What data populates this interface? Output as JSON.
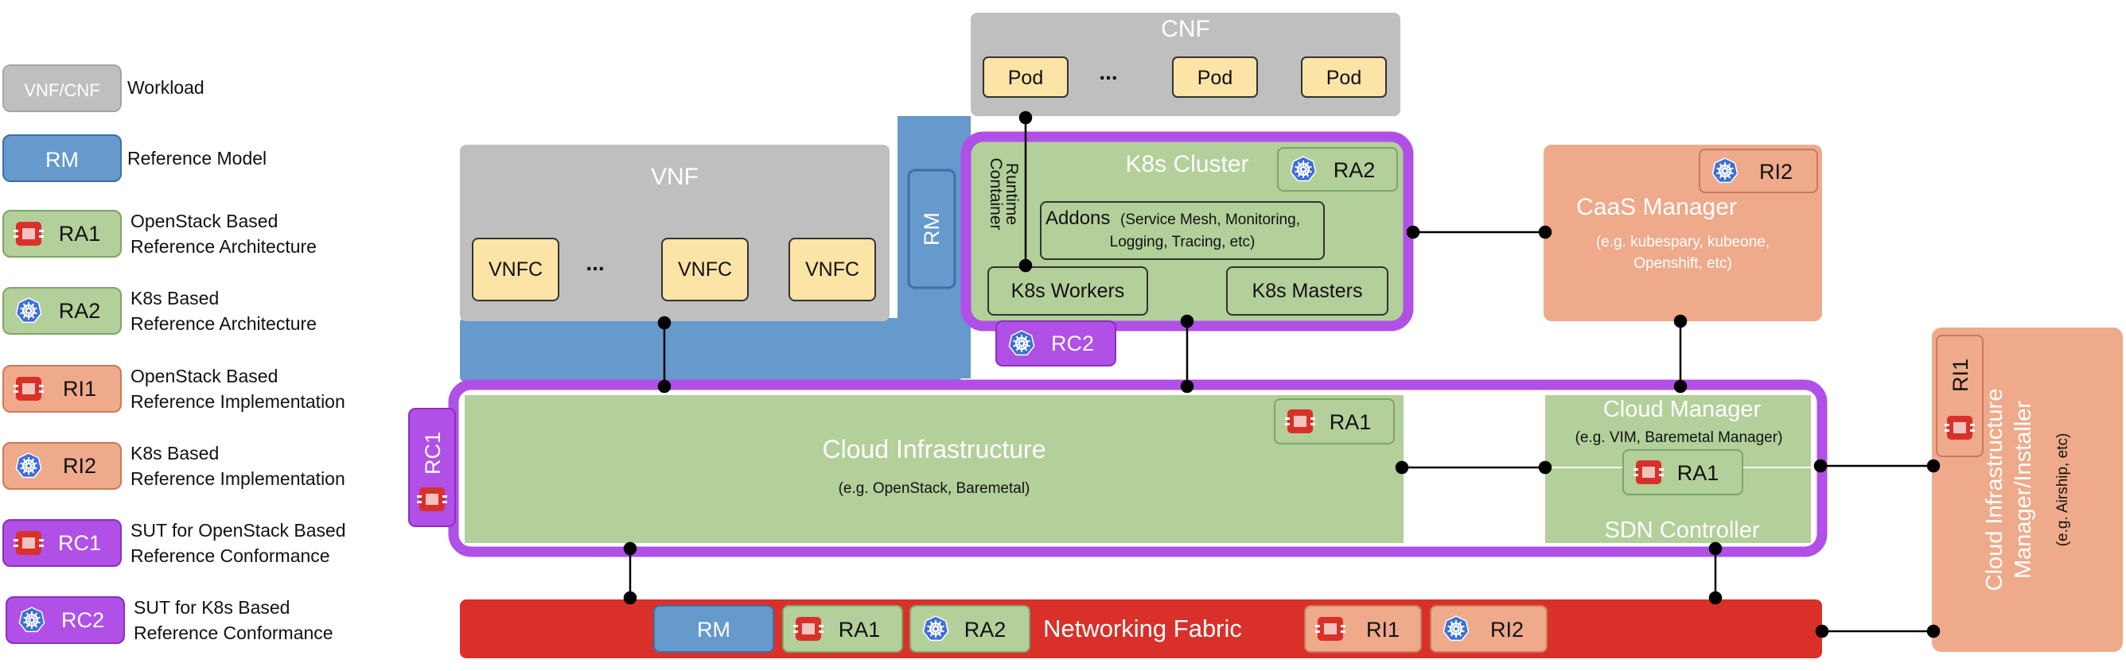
{
  "colors": {
    "gray": "#bfbfbf",
    "gray_dark": "#a6a6a6",
    "blue": "#6699cc",
    "blue_dark": "#3f6fa8",
    "green": "#b3cf9a",
    "green_dark": "#7fa56a",
    "orange": "#eeaa8a",
    "orange_dark": "#c97a5a",
    "purple": "#b050e6",
    "pod": "#fce4a6",
    "red": "#d9302a",
    "k8s": "#3c6fd8"
  },
  "legend": [
    {
      "badge": "VNF/CNF",
      "desc1": "Workload",
      "desc2": "",
      "kind": "gray",
      "icon": "none"
    },
    {
      "badge": "RM",
      "desc1": "Reference Model",
      "desc2": "",
      "kind": "blue",
      "icon": "none"
    },
    {
      "badge": "RA1",
      "desc1": "OpenStack Based",
      "desc2": "Reference Architecture",
      "kind": "green",
      "icon": "openstack-icon"
    },
    {
      "badge": "RA2",
      "desc1": "K8s Based",
      "desc2": "Reference Architecture",
      "kind": "green",
      "icon": "kubernetes-icon"
    },
    {
      "badge": "RI1",
      "desc1": "OpenStack Based",
      "desc2": "Reference Implementation",
      "kind": "orange",
      "icon": "openstack-icon"
    },
    {
      "badge": "RI2",
      "desc1": "K8s Based",
      "desc2": "Reference Implementation",
      "kind": "orange",
      "icon": "kubernetes-icon"
    },
    {
      "badge": "RC1",
      "desc1": "SUT for OpenStack Based",
      "desc2": "Reference Conformance",
      "kind": "purple",
      "icon": "openstack-icon"
    },
    {
      "badge": "RC2",
      "desc1": "SUT for K8s Based",
      "desc2": "Reference Conformance",
      "kind": "purple",
      "icon": "kubernetes-icon"
    }
  ],
  "cnf": {
    "title": "CNF",
    "pods": [
      "Pod",
      "Pod",
      "Pod"
    ],
    "ellipsis": "..."
  },
  "vnf": {
    "title": "VNF",
    "vnfcs": [
      "VNFC",
      "VNFC",
      "VNFC"
    ],
    "ellipsis": "..."
  },
  "rm_vertical": "RM",
  "k8s_cluster": {
    "title": "K8s Cluster",
    "ra2": "RA2",
    "runtime_line1": "Container",
    "runtime_line2": "Runtime",
    "addons_title": "Addons",
    "addons_line1": "(Service Mesh, Monitoring,",
    "addons_line2": "Logging, Tracing, etc)",
    "workers": "K8s Workers",
    "masters": "K8s Masters"
  },
  "rc2": "RC2",
  "caas": {
    "title": "CaaS Manager",
    "sub1": "(e.g. kubespary, kubeone,",
    "sub2": "Openshift, etc)",
    "ri2": "RI2"
  },
  "rc1": "RC1",
  "cloud_infra": {
    "title": "Cloud Infrastructure",
    "sub": "(e.g. OpenStack, Baremetal)",
    "ra1": "RA1"
  },
  "cloud_manager": {
    "title": "Cloud Manager",
    "sub": "(e.g. VIM, Baremetal Manager)",
    "ra1": "RA1",
    "sdn": "SDN Controller"
  },
  "installer": {
    "ri1": "RI1",
    "line1": "Cloud Infrastructure",
    "line2": "Manager/Installer",
    "line3": "(e.g. Airship, etc)"
  },
  "fabric": {
    "title": "Networking Fabric",
    "rm": "RM",
    "ra1": "RA1",
    "ra2": "RA2",
    "ri1": "RI1",
    "ri2": "RI2"
  }
}
